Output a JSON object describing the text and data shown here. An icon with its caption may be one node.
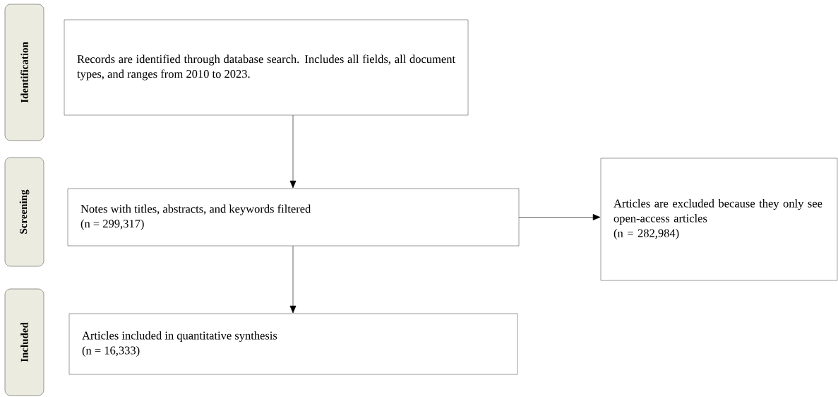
{
  "diagram": {
    "nodes": [
      {
        "text": [
          "Identification"
        ]
      },
      {
        "text": [
          "Screening"
        ]
      },
      {
        "text": [
          "Included"
        ]
      },
      {
        "text": [
          "Records are identified through database search. Includes all fields, all document types, and ranges from 2010 to 2023."
        ]
      },
      {
        "text": [
          "Notes with titles, abstracts, and keywords filtered",
          "(n = 299,317)"
        ]
      },
      {
        "text": [
          "Articles are excluded because they only see open-access articles",
          "(n = 282,984)"
        ]
      },
      {
        "text": [
          "Articles included in quantitative synthesis",
          "(n = 16,333)"
        ]
      }
    ],
    "edges": [
      {
        "from": 3,
        "to": 4,
        "arrow": "to"
      },
      {
        "from": 4,
        "to": 5,
        "arrow": "to"
      },
      {
        "from": 4,
        "to": 6,
        "arrow": "to"
      }
    ]
  }
}
